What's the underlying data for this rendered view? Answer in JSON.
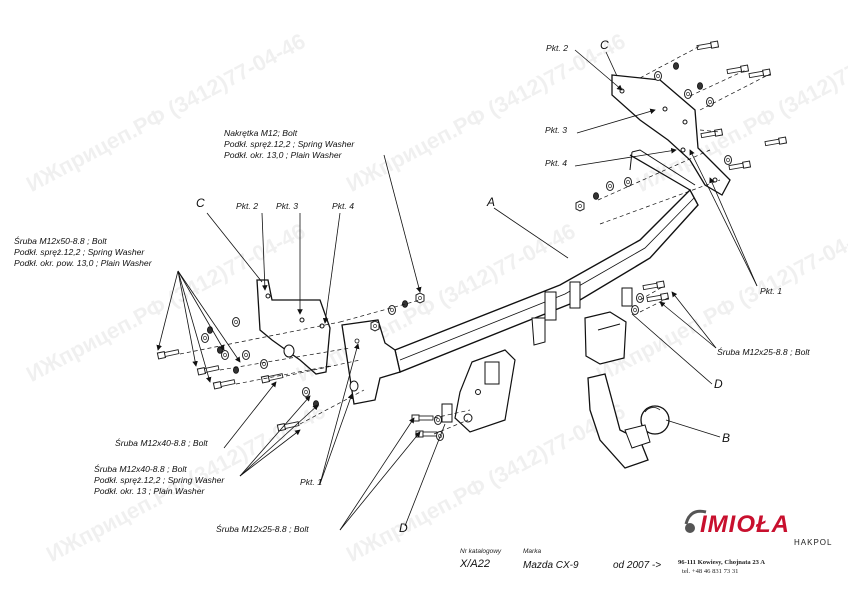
{
  "watermark": "ИЖприцеп.РФ (3412)77-04-46",
  "labels": {
    "pkt2_top": "Pkt. 2",
    "c_top": "C",
    "pkt3_top": "Pkt. 3",
    "pkt4_top": "Pkt. 4",
    "nakretka_1": "Nakrętka M12; Bolt",
    "nakretka_2": "Podkł. spręż.12,2 ; Spring Washer",
    "nakretka_3": "Podkł. okr. 13,0 ; Plain Washer",
    "a": "A",
    "c_left": "C",
    "pkt2_left": "Pkt. 2",
    "pkt3_left": "Pkt. 3",
    "pkt4_left": "Pkt. 4",
    "sruba50_1": "Śruba M12x50-8.8 ;  Bolt",
    "sruba50_2": "Podkł. spręż.12,2 ; Spring Washer",
    "sruba50_3": "Podkł. okr. pow. 13,0 ; Plain Washer",
    "pkt1_right": "Pkt. 1",
    "sruba25_right": "Śruba M12x25-8.8 ;  Bolt",
    "d_right": "D",
    "b": "B",
    "sruba40_a": "Śruba M12x40-8.8 ;  Bolt",
    "sruba40_1": "Śruba M12x40-8.8 ;  Bolt",
    "sruba40_2": "Podkł. spręż.12,2 ; Spring Washer",
    "sruba40_3": "Podkł. okr. 13 ; Plain Washer",
    "pkt1_bottom": "Pkt. 1",
    "sruba25_bottom": "Śruba M12x25-8.8 ;  Bolt",
    "d_bottom": "D"
  },
  "catalog": {
    "nr_label": "Nr katalogowy",
    "nr_value": "X/A22",
    "marka_label": "Marka",
    "marka_value": "Mazda CX-9",
    "od_value": "od  2007 ->"
  },
  "brand": {
    "name": "IMIOŁA",
    "sub": "HAKPOL",
    "address": "96-111 Kowiesy, Chojnata 23 A",
    "phone": "tel. +48 46 831 73 31",
    "color": "#c8102e"
  }
}
